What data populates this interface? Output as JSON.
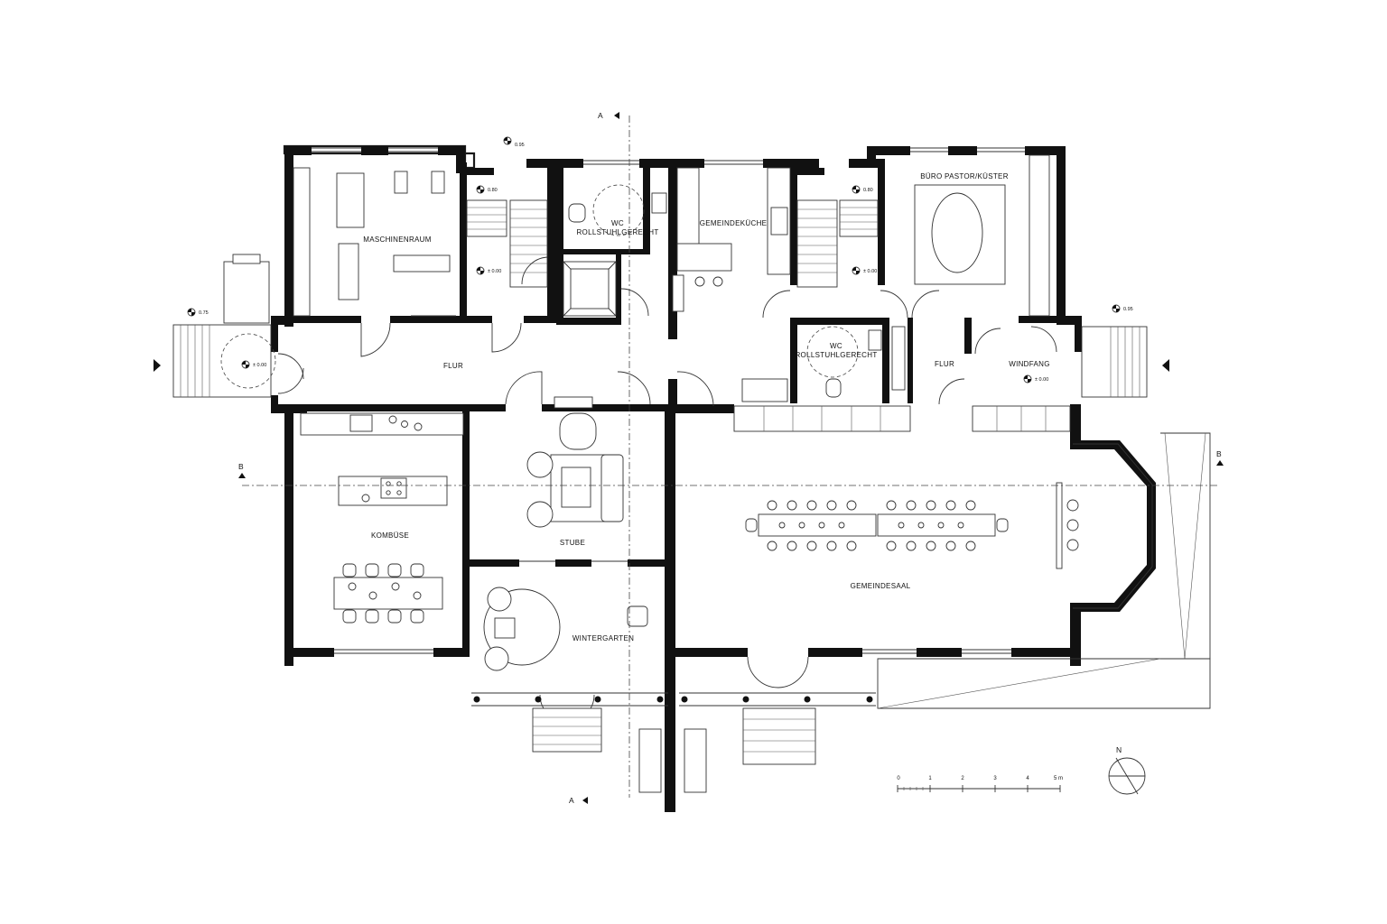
{
  "rooms": {
    "maschinenraum": "MASCHINENRAUM",
    "wc_1_line1": "WC",
    "wc_1_line2": "ROLLSTUHLGERECHT",
    "gemeindekueche": "GEMEINDEKÜCHE",
    "buero": "BÜRO PASTOR/KÜSTER",
    "flur_west": "FLUR",
    "wc_2_line1": "WC",
    "wc_2_line2": "ROLLSTUHLGERECHT",
    "flur_east": "FLUR",
    "windfang": "WINDFANG",
    "kombuese": "KOMBÜSE",
    "stube": "STUBE",
    "gemeindesaal": "GEMEINDESAAL",
    "wintergarten": "WINTERGARTEN"
  },
  "levels": {
    "entry_west_top": "0.75",
    "entry_west": "± 0.00",
    "stair_west_top": "0.80",
    "stair_west": "± 0.00",
    "north_top": "0.95",
    "stair_east_top": "0.80",
    "stair_east": "± 0.00",
    "entry_east_top": "0.95",
    "windfang": "± 0.00"
  },
  "sections": {
    "a_top": "A",
    "a_bottom": "A",
    "b_left": "B",
    "b_right": "B"
  },
  "scale": {
    "ticks": [
      "0",
      "1",
      "2",
      "3",
      "4",
      "5 m"
    ]
  },
  "north": {
    "label": "N"
  },
  "colors": {
    "line": "#1a1a1a",
    "background": "#ffffff"
  }
}
